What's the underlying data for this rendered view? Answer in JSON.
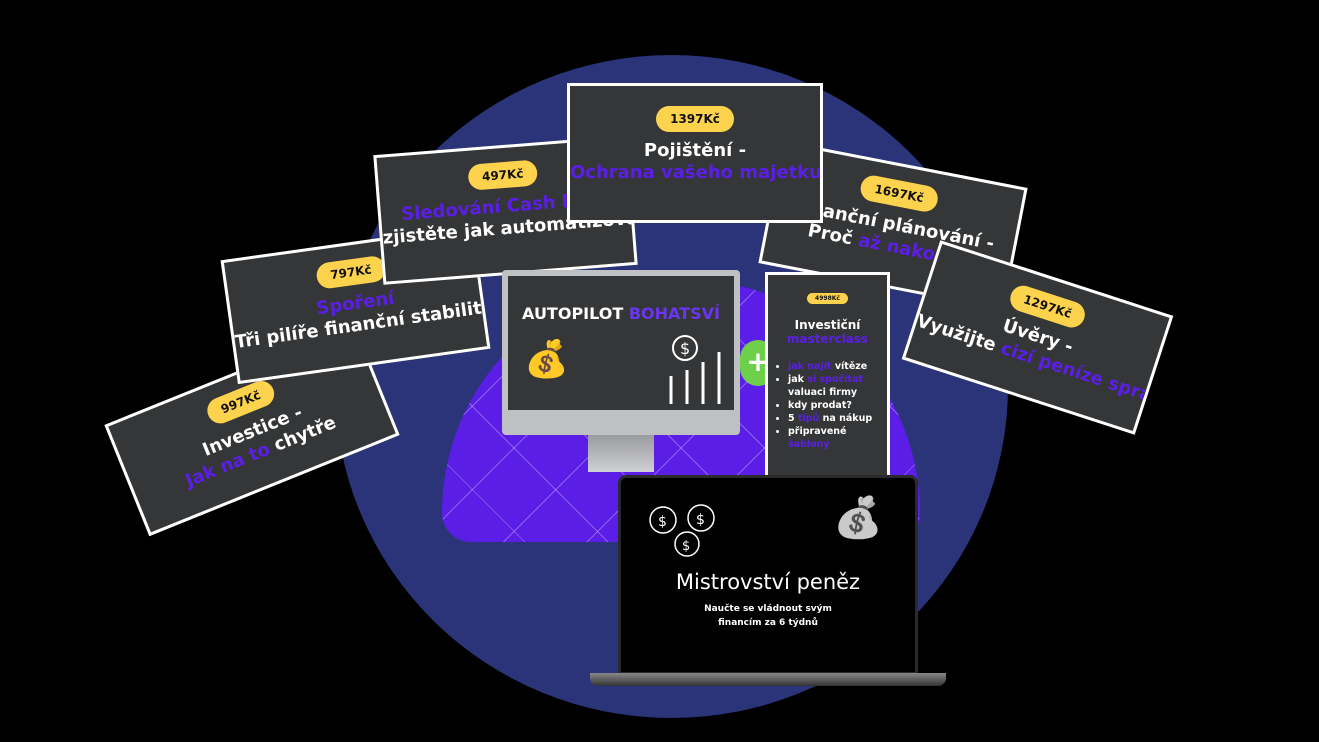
{
  "cards": [
    {
      "price": "997Kč",
      "line1": "Investice -",
      "line2a": "Jak na to",
      "line2b": "chytře"
    },
    {
      "price": "797Kč",
      "line1": "Spoření",
      "line2": "Tři pilíře finanční stability"
    },
    {
      "price": "497Kč",
      "line1": "Sledování Cash Flow",
      "line2": "zjistěte jak automatizovat"
    },
    {
      "price": "1397Kč",
      "line1": "Pojištění -",
      "line2": "Ochrana vašeho majetku"
    },
    {
      "price": "1697Kč",
      "line1": "Finanční plánování -",
      "line2a": "Proč",
      "line2b": "až nakonec"
    },
    {
      "price": "1297Kč",
      "line1": "Úvěry -",
      "line2a": "Využijte",
      "line2b": "cizí peníze správně"
    }
  ],
  "monitor": {
    "title_a": "AUTOPILOT",
    "title_b": "BOHATSVÍ"
  },
  "masterclass": {
    "price": "4998Kč",
    "title_a": "Investiční",
    "title_b": "masterclass",
    "bullets": [
      [
        "jak najít",
        "vítěze",
        ""
      ],
      [
        "jak",
        "si spočítat",
        "valuaci firmy"
      ],
      [
        "kdy prodat?",
        "",
        ""
      ],
      [
        "5",
        "tipů",
        "na nákup"
      ],
      [
        "připravené",
        "šablony",
        ""
      ]
    ]
  },
  "laptop": {
    "title": "Mistrovství peněz",
    "subtitle1": "Naučte se vládnout svým",
    "subtitle2": "financím za 6 týdnů"
  },
  "plus": "+"
}
